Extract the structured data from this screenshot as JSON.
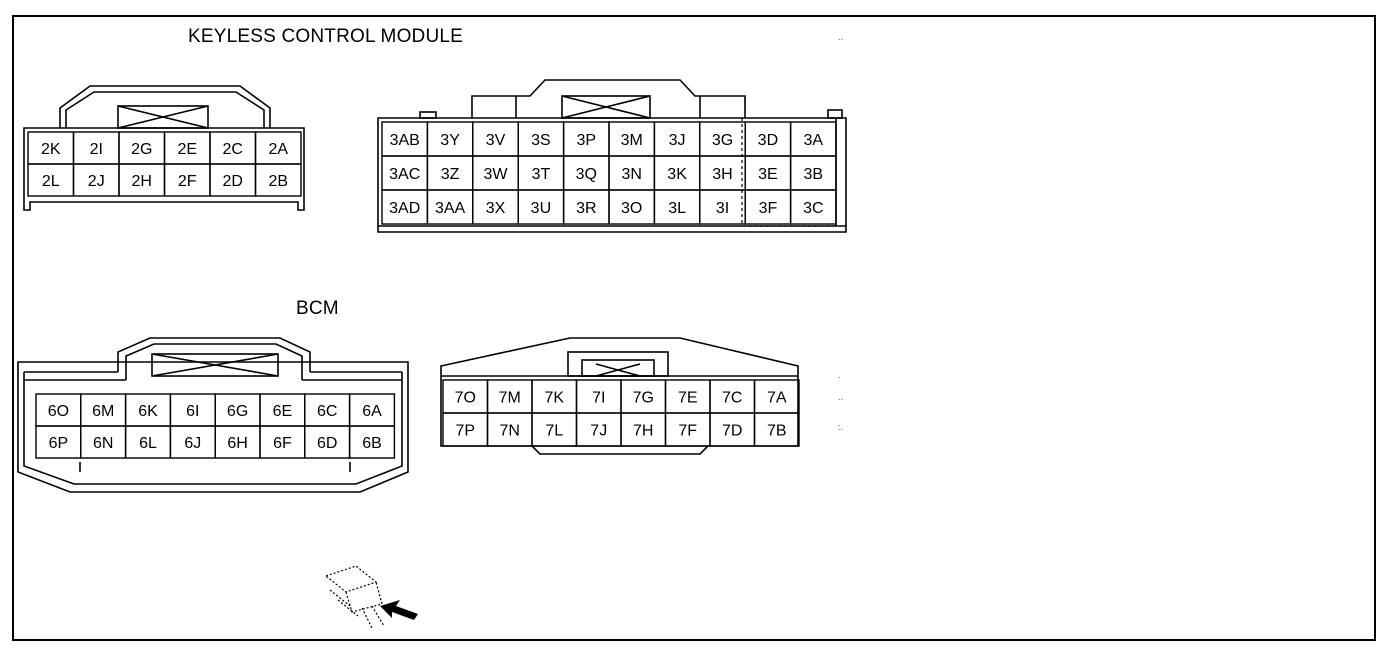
{
  "titles": {
    "keyless_control_module": "KEYLESS CONTROL MODULE",
    "bcm": "BCM"
  },
  "connector_2": {
    "rows": [
      [
        "2K",
        "2I",
        "2G",
        "2E",
        "2C",
        "2A"
      ],
      [
        "2L",
        "2J",
        "2H",
        "2F",
        "2D",
        "2B"
      ]
    ]
  },
  "connector_3": {
    "rows": [
      [
        "3AB",
        "3Y",
        "3V",
        "3S",
        "3P",
        "3M",
        "3J",
        "3G",
        "3D",
        "3A"
      ],
      [
        "3AC",
        "3Z",
        "3W",
        "3T",
        "3Q",
        "3N",
        "3K",
        "3H",
        "3E",
        "3B"
      ],
      [
        "3AD",
        "3AA",
        "3X",
        "3U",
        "3R",
        "3O",
        "3L",
        "3I",
        "3F",
        "3C"
      ]
    ]
  },
  "connector_6": {
    "rows": [
      [
        "6O",
        "6M",
        "6K",
        "6I",
        "6G",
        "6E",
        "6C",
        "6A"
      ],
      [
        "6P",
        "6N",
        "6L",
        "6J",
        "6H",
        "6F",
        "6D",
        "6B"
      ]
    ]
  },
  "connector_7": {
    "rows": [
      [
        "7O",
        "7M",
        "7K",
        "7I",
        "7G",
        "7E",
        "7C",
        "7A"
      ],
      [
        "7P",
        "7N",
        "7L",
        "7J",
        "7H",
        "7F",
        "7D",
        "7B"
      ]
    ]
  }
}
